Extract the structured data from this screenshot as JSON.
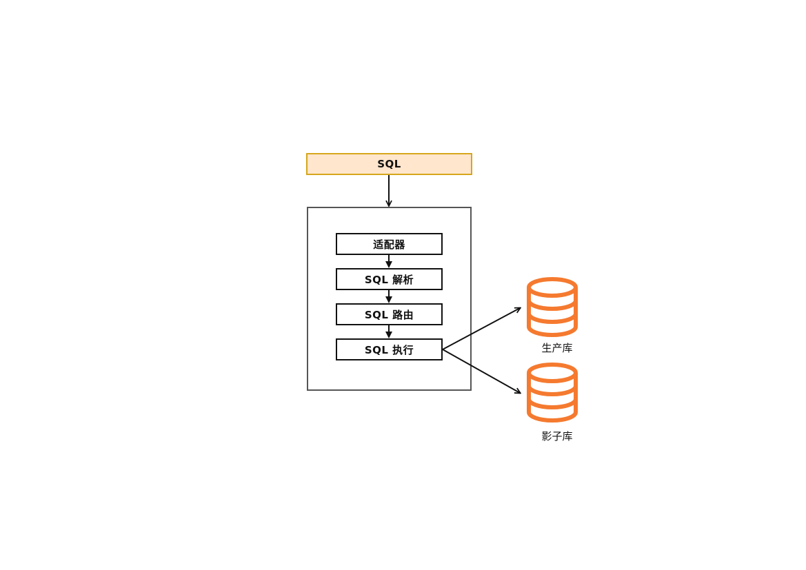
{
  "input": {
    "label": "SQL"
  },
  "steps": [
    {
      "label": "适配器"
    },
    {
      "label": "SQL 解析"
    },
    {
      "label": "SQL 路由"
    },
    {
      "label": "SQL 执行"
    }
  ],
  "databases": [
    {
      "label": "生产库",
      "icon": "database-icon"
    },
    {
      "label": "影子库",
      "icon": "database-icon"
    }
  ],
  "colors": {
    "input_fill": "#ffe6cc",
    "input_border": "#d6a61c",
    "database": "#f57a2f",
    "stroke": "#111111",
    "container_border": "#555555"
  }
}
